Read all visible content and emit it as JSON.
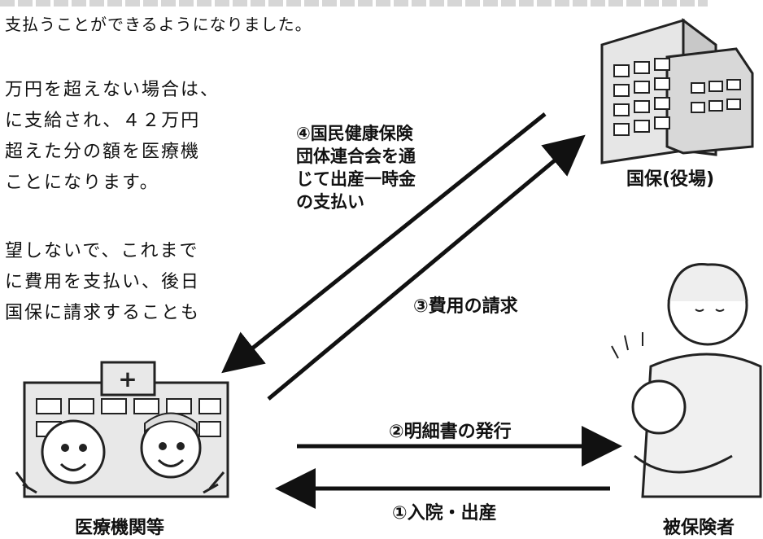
{
  "intro_text": "支払うことができるようになりました。",
  "paragraph_1": [
    "万円を超えない場合は、",
    "に支給され、４２万円",
    "超えた分の額を医療機",
    "ことになります。"
  ],
  "paragraph_2": [
    "望しないで、これまで",
    "に費用を支払い、後日",
    "国保に請求することも"
  ],
  "nodes": {
    "kokuho": "国保(役場)",
    "medical": "医療機関等",
    "insured": "被保険者"
  },
  "flows": {
    "step1": "①入院・出産",
    "step2": "②明細書の発行",
    "step3": "③費用の請求",
    "step4": [
      "④国民健康保険",
      "団体連合会を通",
      "じて出産一時金",
      "の支払い"
    ]
  }
}
